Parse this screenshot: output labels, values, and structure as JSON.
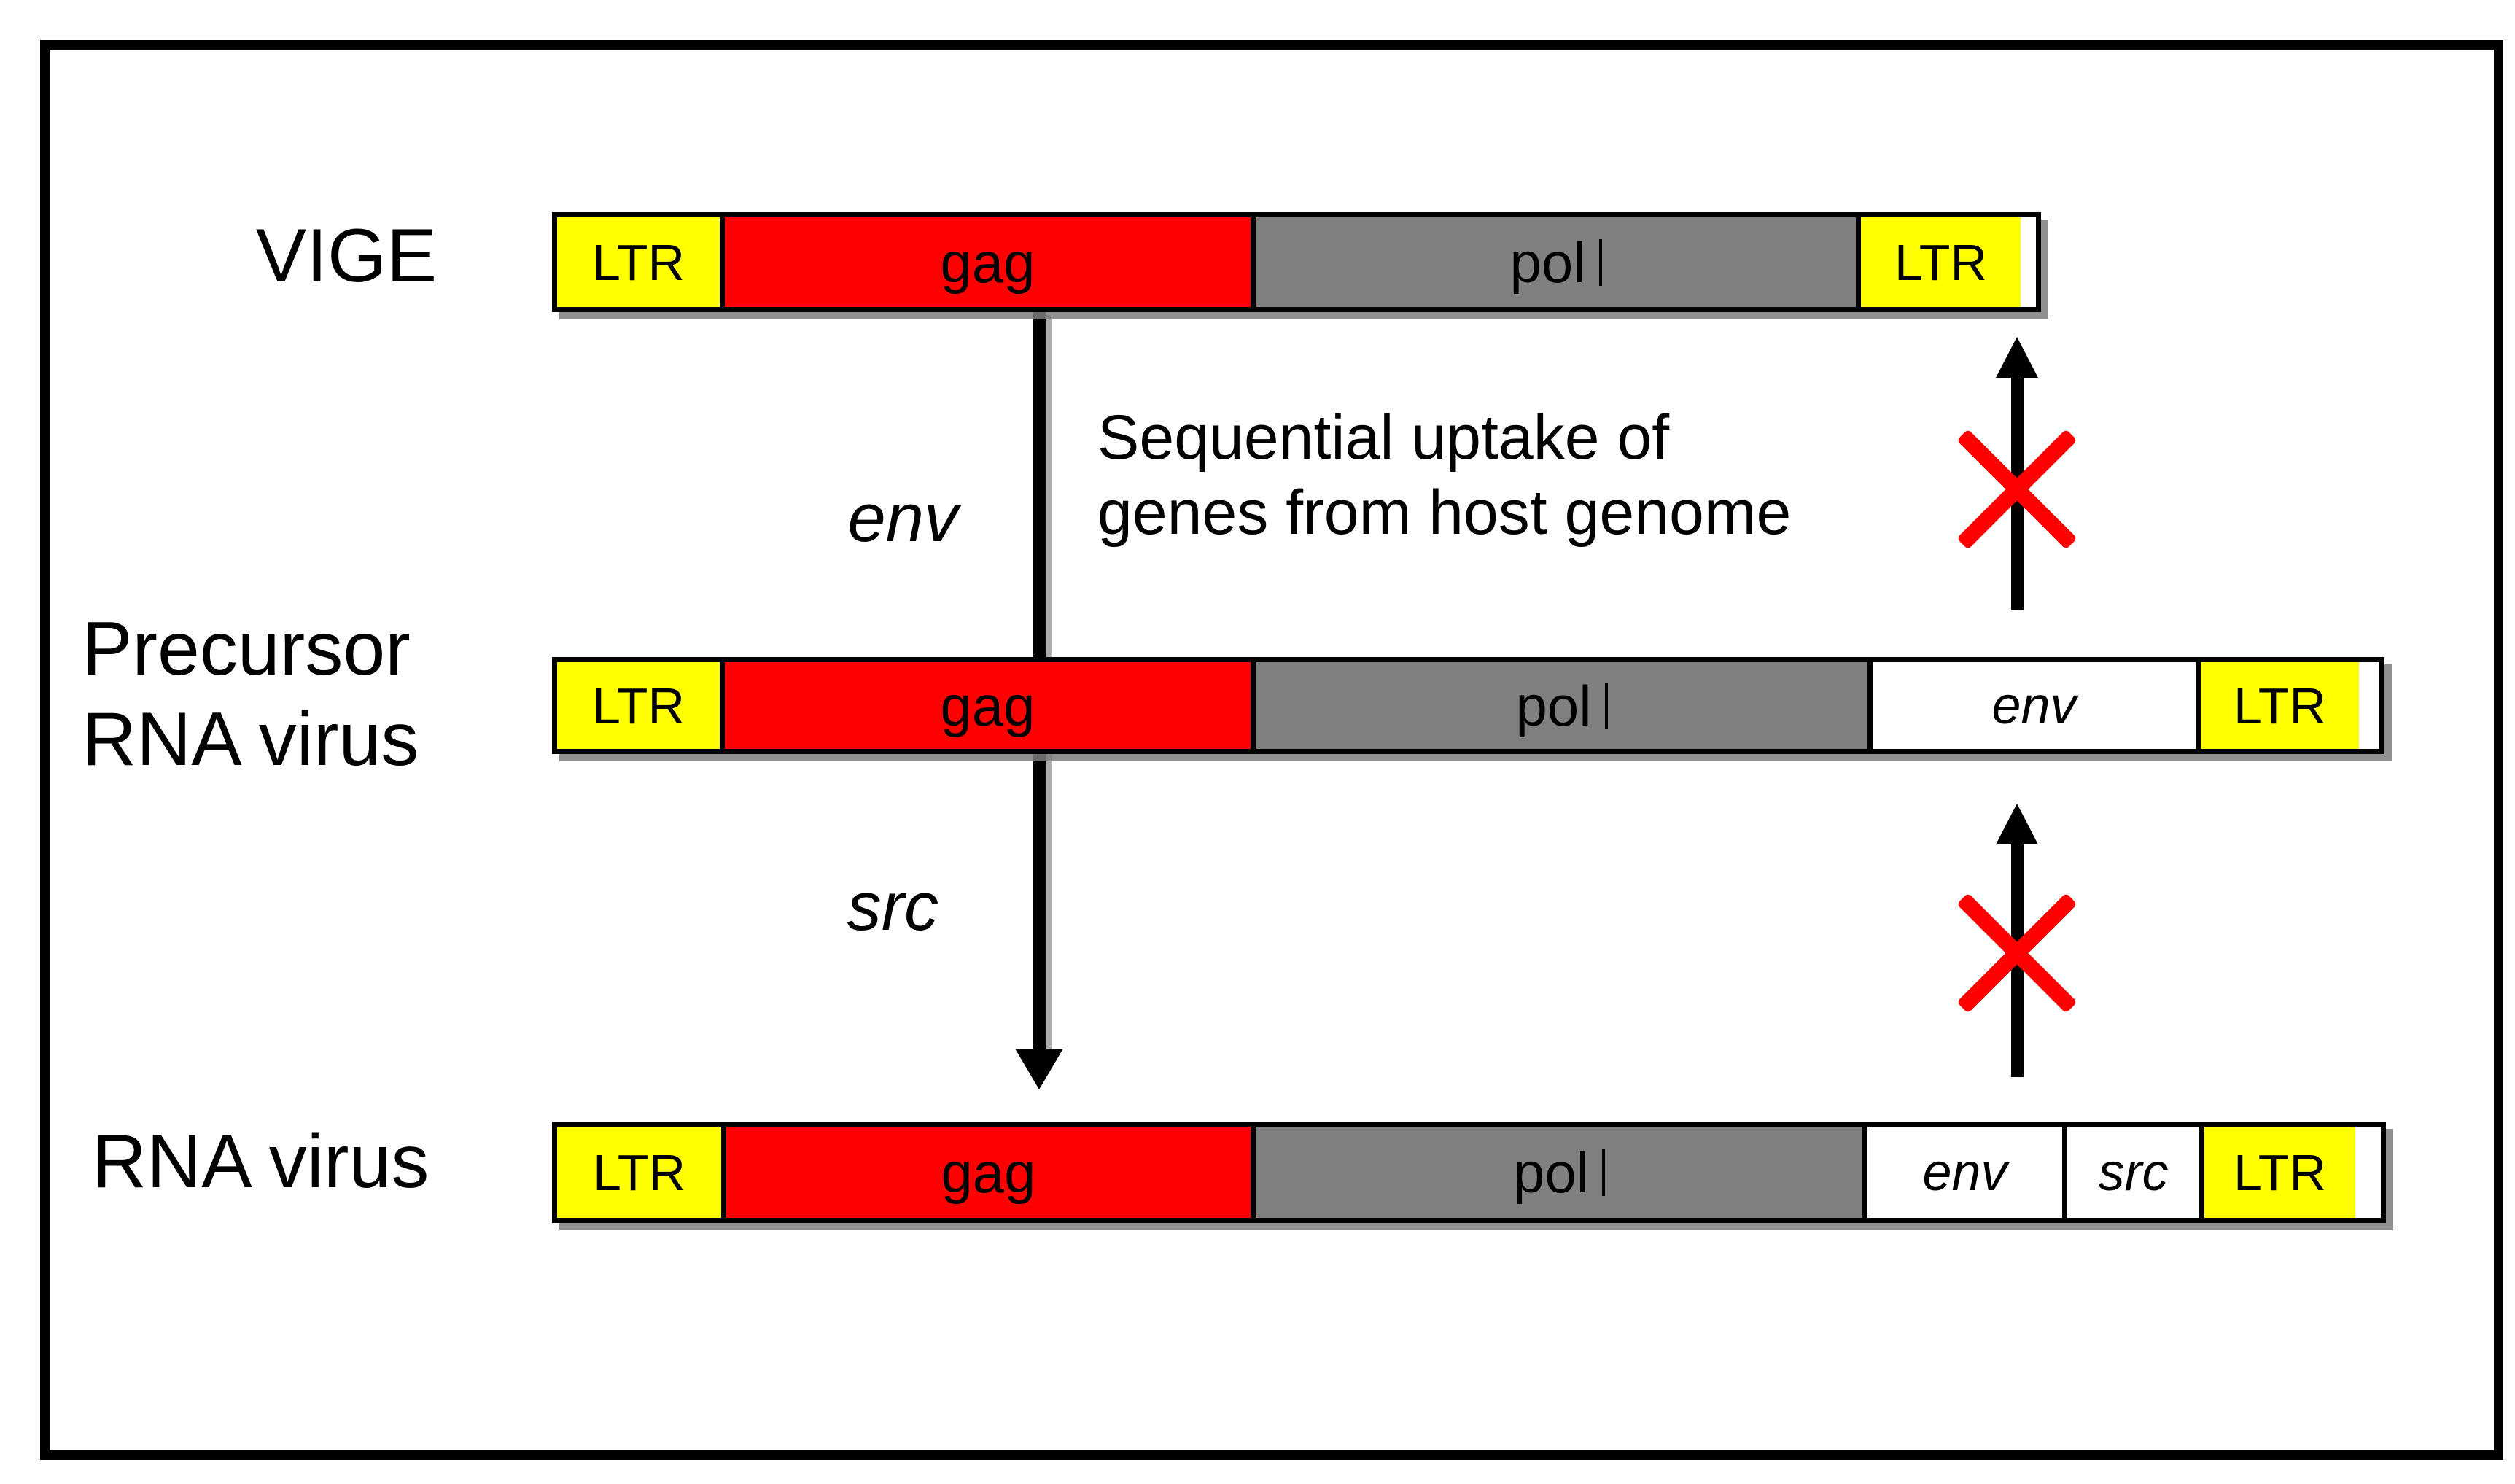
{
  "palette": {
    "ltr_yellow": "#FFFF00",
    "gag_red": "#FF0000",
    "pol_gray": "#808080",
    "env_src_white": "#FFFFFF",
    "outline_black": "#000000",
    "blocked_x_red": "#FF0000"
  },
  "rows": [
    {
      "name": "VIGE",
      "label_lines": [
        "VIGE"
      ],
      "segments": [
        {
          "gene": "LTR",
          "label": "LTR",
          "color": "#FFFF00"
        },
        {
          "gene": "gag",
          "label": "gag",
          "color": "#FF0000"
        },
        {
          "gene": "pol",
          "label": "pol",
          "color": "#808080"
        },
        {
          "gene": "LTR",
          "label": "LTR",
          "color": "#FFFF00"
        }
      ]
    },
    {
      "name": "Precursor RNA virus",
      "label_lines": [
        "Precursor",
        "RNA virus"
      ],
      "segments": [
        {
          "gene": "LTR",
          "label": "LTR",
          "color": "#FFFF00"
        },
        {
          "gene": "gag",
          "label": "gag",
          "color": "#FF0000"
        },
        {
          "gene": "pol",
          "label": "pol",
          "color": "#808080"
        },
        {
          "gene": "env",
          "label": "env",
          "color": "#FFFFFF"
        },
        {
          "gene": "LTR",
          "label": "LTR",
          "color": "#FFFF00"
        }
      ]
    },
    {
      "name": "RNA virus",
      "label_lines": [
        "RNA virus"
      ],
      "segments": [
        {
          "gene": "LTR",
          "label": "LTR",
          "color": "#FFFF00"
        },
        {
          "gene": "gag",
          "label": "gag",
          "color": "#FF0000"
        },
        {
          "gene": "pol",
          "label": "pol",
          "color": "#808080"
        },
        {
          "gene": "env",
          "label": "env",
          "color": "#FFFFFF"
        },
        {
          "gene": "src",
          "label": "src",
          "color": "#FFFFFF"
        },
        {
          "gene": "LTR",
          "label": "LTR",
          "color": "#FFFF00"
        }
      ]
    }
  ],
  "annotations": {
    "uptake_note_lines": [
      "Sequential uptake of",
      "genes from host genome"
    ],
    "gene_label_env": "env",
    "gene_label_src": "src"
  }
}
